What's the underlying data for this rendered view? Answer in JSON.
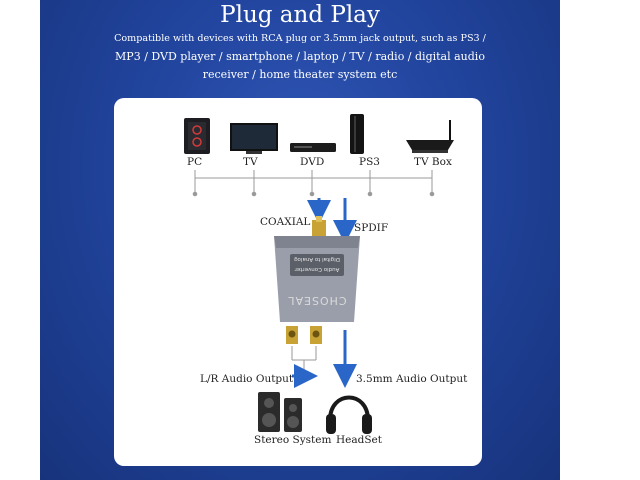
{
  "header": {
    "title": "Plug and Play",
    "subtitle_lines": [
      "Compatible with devices with RCA plug or 3.5mm jack output, such as PS3 /",
      "MP3 / DVD player / smartphone / laptop / TV / radio / digital audio",
      "receiver / home theater system etc"
    ]
  },
  "devices": [
    {
      "label": "PC",
      "icon": "pc-tower-icon"
    },
    {
      "label": "TV",
      "icon": "tv-icon"
    },
    {
      "label": "DVD",
      "icon": "dvd-player-icon"
    },
    {
      "label": "PS3",
      "icon": "game-console-icon"
    },
    {
      "label": "TV Box",
      "icon": "tv-box-icon"
    }
  ],
  "ports": {
    "coaxial": "COAXIAL",
    "spdif": "SPDIF"
  },
  "converter": {
    "brand": "CHOSEAL",
    "text_line1": "Digital to Analog",
    "text_line2": "Audio Converter"
  },
  "outputs": [
    {
      "label": "L/R Audio Output",
      "device": "Stereo System",
      "icon": "speakers-icon"
    },
    {
      "label": "3.5mm Audio Output",
      "device": "HeadSet",
      "icon": "headphones-icon"
    }
  ],
  "colors": {
    "banner": "#21449d",
    "arrow": "#2a66c8",
    "connector_gold": "#c9a236",
    "converter_body": "#9a9eaa"
  }
}
